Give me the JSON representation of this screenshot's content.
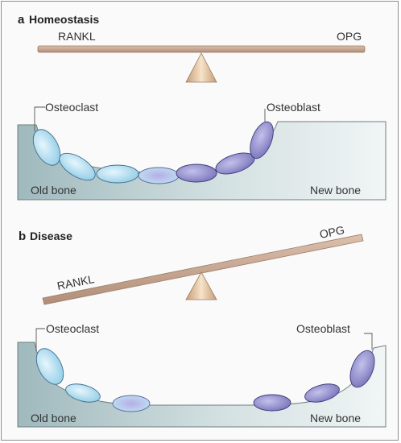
{
  "panel_a": {
    "letter": "a",
    "title": "Homeostasis",
    "left_weight": "RANKL",
    "right_weight": "OPG",
    "cell_left": "Osteoclast",
    "cell_right": "Osteoblast",
    "bone_left": "Old bone",
    "bone_right": "New bone"
  },
  "panel_b": {
    "letter": "b",
    "title": "Disease",
    "left_weight": "RANKL",
    "right_weight": "OPG",
    "cell_left": "Osteoclast",
    "cell_right": "Osteoblast",
    "bone_left": "Old bone",
    "bone_right": "New bone"
  },
  "colors": {
    "beam": "#c9a58f",
    "fulcrum": "#e8c9a4",
    "bone_old": "#a9c1c4",
    "bone_new": "#eef3f3",
    "osteoclast": "#a6d8ee",
    "osteoblast": "#8a86c6"
  }
}
